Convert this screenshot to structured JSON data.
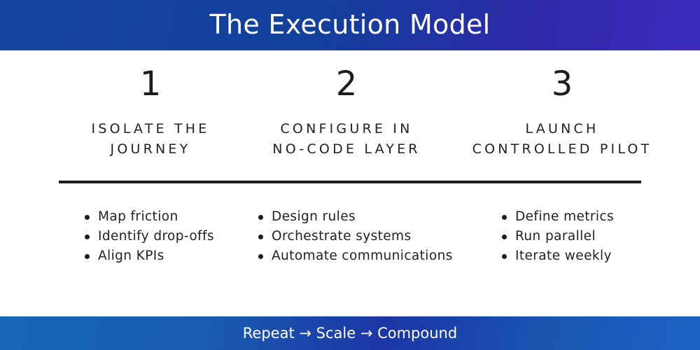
{
  "header": {
    "title": "The Execution Model"
  },
  "steps": [
    {
      "number": "1",
      "title_line1": "ISOLATE THE",
      "title_line2": "JOURNEY",
      "bullets": [
        "Map friction",
        "Identify drop-offs",
        "Align KPIs"
      ]
    },
    {
      "number": "2",
      "title_line1": "CONFIGURE IN",
      "title_line2": "NO-CODE LAYER",
      "bullets": [
        "Design rules",
        "Orchestrate systems",
        "Automate communications"
      ]
    },
    {
      "number": "3",
      "title_line1": "LAUNCH",
      "title_line2": "CONTROLLED PILOT",
      "bullets": [
        "Define metrics",
        "Run parallel",
        "Iterate weekly"
      ]
    }
  ],
  "footer": {
    "text": "Repeat → Scale → Compound"
  },
  "colors": {
    "header_start": "#1446a0",
    "header_end": "#3b2bbd",
    "footer": "#1b4fb0",
    "text": "#1e1e1e"
  }
}
